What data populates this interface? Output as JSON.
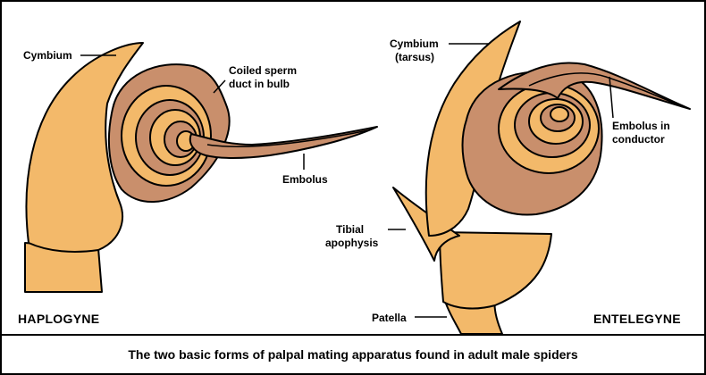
{
  "caption": "The two basic forms of palpal mating apparatus found in adult male spiders",
  "haplogyne": {
    "type_label": "HAPLOGYNE",
    "labels": {
      "cymbium": "Cymbium",
      "coiled_line1": "Coiled sperm",
      "coiled_line2": "duct in bulb",
      "embolus": "Embolus"
    }
  },
  "entelegyne": {
    "type_label": "ENTELEGYNE",
    "labels": {
      "cymbium_line1": "Cymbium",
      "cymbium_line2": "(tarsus)",
      "embolus_line1": "Embolus in",
      "embolus_line2": "conductor",
      "tibial_line1": "Tibial",
      "tibial_line2": "apophysis",
      "patella": "Patella"
    }
  },
  "colors": {
    "segment_fill": "#F3B96A",
    "bulb_fill": "#C98F6C",
    "outline": "#000000"
  }
}
